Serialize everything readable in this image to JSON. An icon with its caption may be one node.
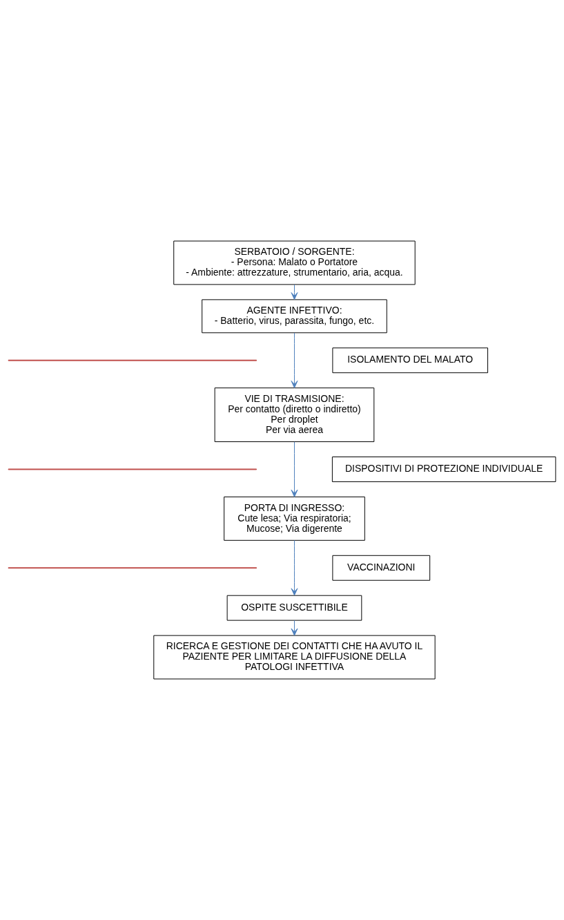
{
  "diagram": {
    "nodes": [
      {
        "text": [
          "SERBATOIO / SORGENTE:",
          "- Persona: Malato o Portatore",
          "- Ambiente: attrezzature, strumentario, aria, acqua."
        ]
      },
      {
        "text": [
          "AGENTE INFETTIVO:",
          "- Batterio, virus, parassita, fungo, etc."
        ]
      },
      {
        "text": [
          "ISOLAMENTO DEL MALATO"
        ]
      },
      {
        "text": [],
        "shape": "bar"
      },
      {
        "text": [
          "VIE DI TRASMISIONE:",
          "Per contatto (diretto o indiretto)",
          "Per droplet",
          "Per via aerea"
        ]
      },
      {
        "text": [
          "DISPOSITIVI DI PROTEZIONE INDIVIDUALE"
        ]
      },
      {
        "text": [],
        "shape": "bar"
      },
      {
        "text": [
          "PORTA DI INGRESSO:",
          "Cute lesa; Via respiratoria;",
          "Mucose; Via digerente"
        ]
      },
      {
        "text": [
          "VACCINAZIONI"
        ]
      },
      {
        "text": [],
        "shape": "bar"
      },
      {
        "text": [
          "OSPITE SUSCETTIBILE"
        ]
      },
      {
        "text": [
          "RICERCA E GESTIONE DEI CONTATTI CHE HA AVUTO IL PAZIENTE PER LIMITARE LA DIFFUSIONE DELLA PATOLOGI INFETTIVA"
        ]
      }
    ],
    "edges": [
      {
        "from": 0,
        "to": 1,
        "arrow": "to"
      },
      {
        "from": 1,
        "to": 4,
        "arrow": "to"
      },
      {
        "from": 4,
        "to": 7,
        "arrow": "to"
      },
      {
        "from": 7,
        "to": 10,
        "arrow": "to"
      },
      {
        "from": 10,
        "to": 11,
        "arrow": "to"
      }
    ]
  }
}
